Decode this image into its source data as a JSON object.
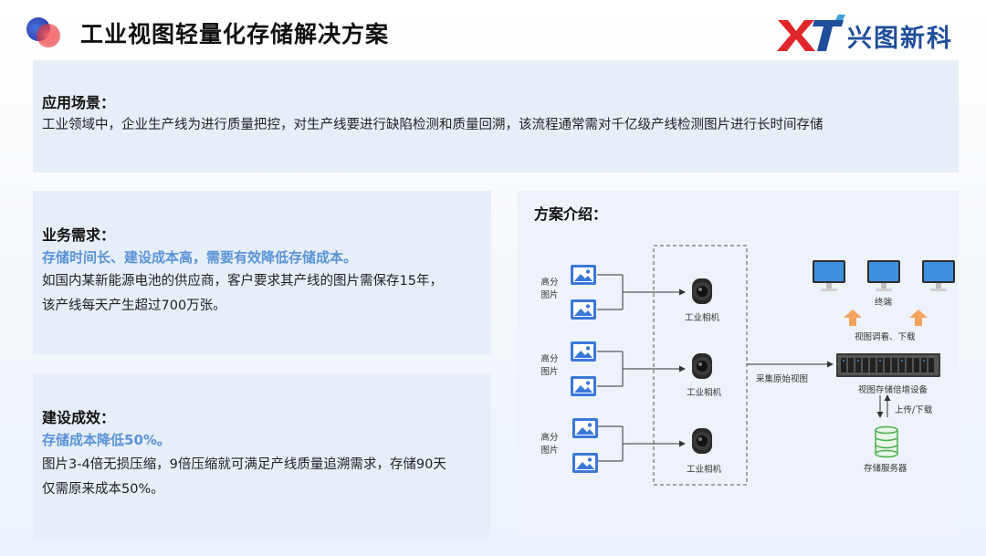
{
  "header": {
    "title": "工业视图轻量化存储解决方案",
    "brand_name": "兴图新科",
    "brand_mark_text": "XT"
  },
  "scenario": {
    "label": "应用场景：",
    "text": "工业领域中，企业生产线为进行质量把控，对生产线要进行缺陷检测和质量回溯，该流程通常需对千亿级产线检测图片进行长时间存储"
  },
  "demand": {
    "label": "业务需求：",
    "highlight": "存储时间长、建设成本高，需要有效降低存储成本。",
    "lines": [
      "如国内某新能源电池的供应商，客户要求其产线的图片需保存15年，",
      "该产线每天产生超过700万张。"
    ]
  },
  "effect": {
    "label": "建设成效：",
    "highlight": "存储成本降低50%。",
    "lines": [
      "图片3-4倍无损压缩，9倍压缩就可满足产线质量追溯需求，存储90天",
      "仅需原来成本50%。"
    ]
  },
  "solution": {
    "label": "方案介绍：",
    "groups": [
      {
        "side_label_1": "高分",
        "side_label_2": "图片",
        "camera_label": "工业相机"
      },
      {
        "side_label_1": "高分",
        "side_label_2": "图片",
        "camera_label": "工业相机"
      },
      {
        "side_label_1": "高分",
        "side_label_2": "图片",
        "camera_label": "工业相机"
      }
    ],
    "collect_label": "采集原始视图",
    "terminal_label": "终端",
    "view_download_label": "视图调看、下载",
    "storage_device_label": "视图存储倍增设备",
    "upload_download_label": "上传/下载",
    "storage_server_label": "存储服务器"
  },
  "colors": {
    "highlight": "#5a93d6",
    "panel_bg": "#e6eef8",
    "brand_blue": "#1f4e9a",
    "brand_red": "#e0262b",
    "picture_blue": "#3a78d8",
    "arrow_orange": "#f3a35c",
    "db_green": "#4caf50"
  },
  "icons": [
    "picture-icon",
    "camera-icon",
    "monitor-icon",
    "arrow-up-icon",
    "server-rack-icon",
    "database-icon"
  ]
}
